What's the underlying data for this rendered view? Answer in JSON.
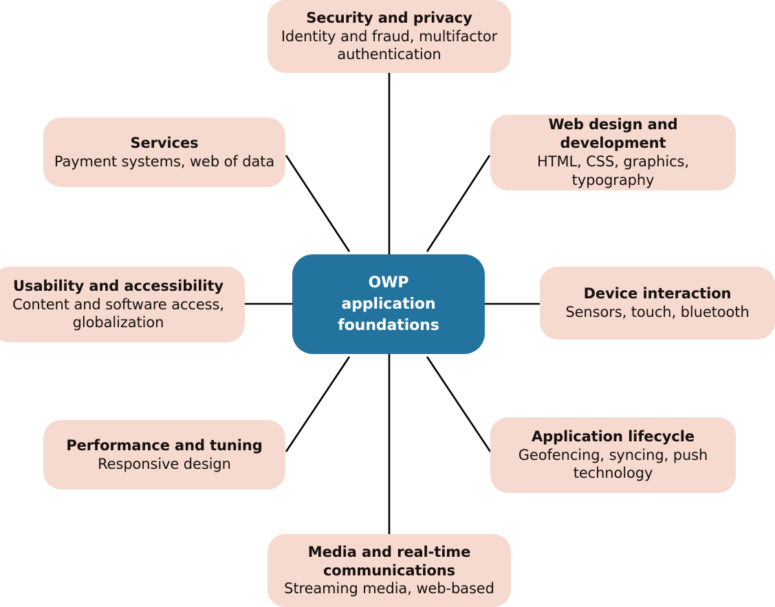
{
  "diagram": {
    "title": "OWP application foundations",
    "colors": {
      "center_fill": "#22749f",
      "center_text": "#ffffff",
      "satellite_fill": "#f6d9cf",
      "satellite_text": "#14110f",
      "connector": "#000000",
      "background": "#ffffff"
    },
    "center": {
      "label": "OWP\napplication\nfoundations"
    },
    "nodes": [
      {
        "id": "security",
        "title": "Security and privacy",
        "desc": "Identity and fraud, multifactor authentication"
      },
      {
        "id": "services",
        "title": "Services",
        "desc": "Payment systems, web of data"
      },
      {
        "id": "webdesign",
        "title": "Web design and development",
        "desc": "HTML, CSS, graphics, typography"
      },
      {
        "id": "usability",
        "title": "Usability and accessibility",
        "desc": "Content and software access, globalization"
      },
      {
        "id": "device",
        "title": "Device interaction",
        "desc": "Sensors, touch, bluetooth"
      },
      {
        "id": "performance",
        "title": "Performance and tuning",
        "desc": "Responsive design"
      },
      {
        "id": "lifecycle",
        "title": "Application lifecycle",
        "desc": "Geofencing, syncing, push technology"
      },
      {
        "id": "media",
        "title": "Media and real-time communications",
        "desc": "Streaming media, web-based"
      }
    ]
  }
}
